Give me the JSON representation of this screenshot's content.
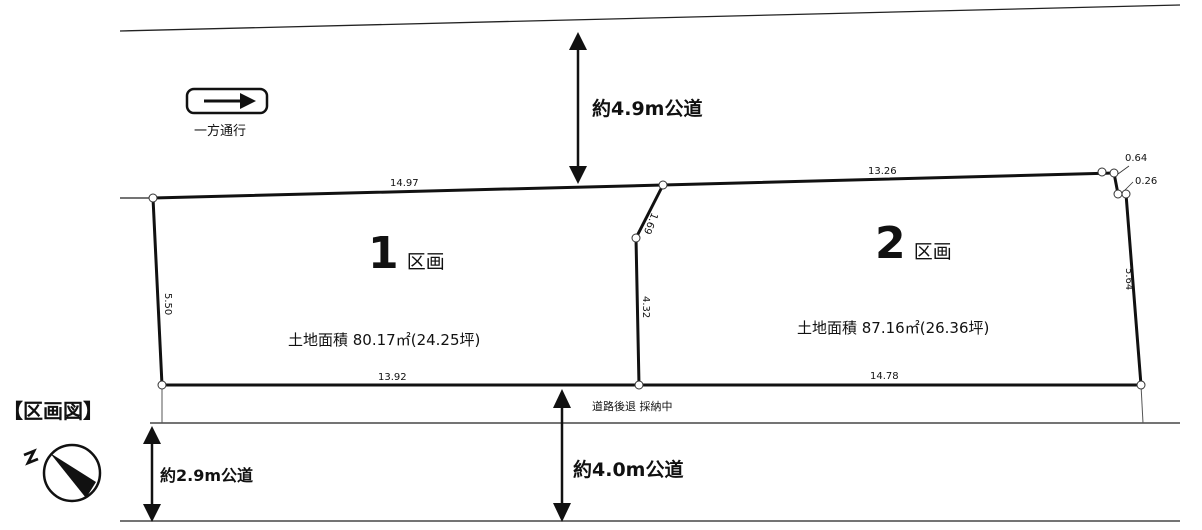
{
  "road_top": "約4.9m公道",
  "road_bottom_left": "約2.9m公道",
  "road_bottom_right": "約4.0m公道",
  "one_way_label": "一方通行",
  "plan_title": "【区画図】",
  "setback_note": "道路後退 採納中",
  "lot1": {
    "number": "1",
    "suffix": "区画",
    "area": "土地面積 80.17㎡(24.25坪)"
  },
  "lot2": {
    "number": "2",
    "suffix": "区画",
    "area": "土地面積 87.16㎡(26.36坪)"
  },
  "dimensions": {
    "top_lot1": "14.97",
    "top_lot2": "13.26",
    "corner_a": "0.64",
    "corner_b": "0.26",
    "left": "5.50",
    "divider_upper": "1.69",
    "divider_lower": "4.32",
    "right": "5.64",
    "bottom_lot1": "13.92",
    "bottom_lot2": "14.78"
  }
}
